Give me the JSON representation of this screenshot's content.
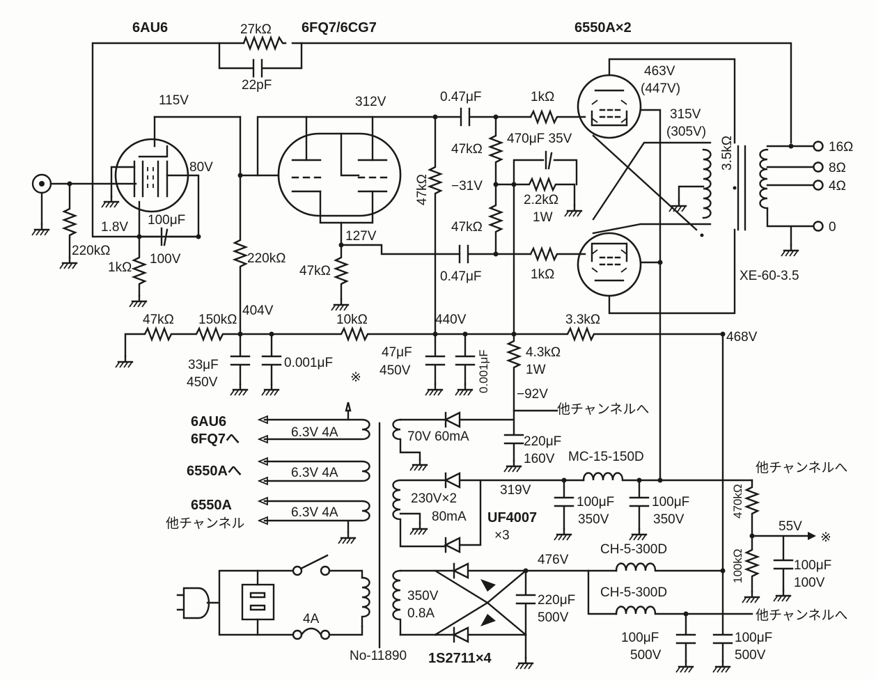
{
  "tubes": {
    "v1": "6AU6",
    "v2": "6FQ7/6CG7",
    "v3": "6550A×2"
  },
  "feedback": {
    "r": "27kΩ",
    "c": "22pF"
  },
  "stage1": {
    "plate_v": "115V",
    "screen_v": "80V",
    "cathode_v": "1.8V",
    "grid_r": "220kΩ",
    "cathode_r": "1kΩ",
    "cathode_c": "100μF",
    "cathode_c_v": "100V",
    "plate_load": "220kΩ",
    "node_v": "404V",
    "dec_r1": "47kΩ",
    "dec_r2": "150kΩ",
    "dec_c": "33μF",
    "dec_c_v": "450V",
    "dec_c2": "0.001μF"
  },
  "stage2": {
    "plate_v": "312V",
    "cathode_v": "127V",
    "cathode_r": "47kΩ",
    "plate_r": "47kΩ",
    "dec_r": "10kΩ",
    "node_v": "440V",
    "dec_c": "47μF",
    "dec_c_v": "450V",
    "dec_c2": "0.001μF"
  },
  "output": {
    "cc1": "0.47μF",
    "cc2": "0.47μF",
    "gr1": "47kΩ",
    "gr2": "47kΩ",
    "bias_v": "−31V",
    "grid_stop1": "1kΩ",
    "grid_stop2": "1kΩ",
    "bias_c": "470μF 35V",
    "bias_r": "2.2kΩ",
    "bias_r_w": "1W",
    "plate_v": "463V",
    "plate_v2": "(447V)",
    "screen_v": "315V",
    "screen_v2": "(305V)",
    "xfmr_imp": "3.5kΩ",
    "xfmr": "XE-60-3.5",
    "tap16": "16Ω",
    "tap8": "8Ω",
    "tap4": "4Ω",
    "tap0": "0",
    "dec_r": "3.3kΩ",
    "b_v": "468V",
    "bias_sr": "4.3kΩ",
    "bias_sr_w": "1W",
    "neg_v": "−92V"
  },
  "psu": {
    "other_ch": "他チャンネルへ",
    "heater1_label_a": "6AU6",
    "heater1_label_b": "6FQ7へ",
    "heater2_label": "6550Aへ",
    "heater3_label_a": "6550A",
    "heater3_label_b": "他チャンネル",
    "heater_v": "6.3V 4A",
    "bias_wind": "70V 60mA",
    "bias_c": "220μF",
    "bias_c_v": "160V",
    "choke1": "MC-15-150D",
    "screen_wind": "230V×2",
    "screen_wind_i": "80mA",
    "screen_v": "319V",
    "diode": "UF4007",
    "diode_n": "×3",
    "c1": "100μF",
    "c1_v": "350V",
    "c2": "100μF",
    "c2_v": "350V",
    "r_top": "470kΩ",
    "r_bot": "100kΩ",
    "v55": "55V",
    "c55": "100μF",
    "c55_v": "100V",
    "mark": "※",
    "hv_v": "476V",
    "choke2": "CH-5-300D",
    "choke3": "CH-5-300D",
    "hv_wind": "350V",
    "hv_wind_i": "0.8A",
    "hv_c": "220μF",
    "hv_c_v": "500V",
    "c3": "100μF",
    "c3_v": "500V",
    "c4": "100μF",
    "c4_v": "500V",
    "fuse": "4A",
    "pt": "No-11890",
    "bridge": "1S2711×4"
  }
}
